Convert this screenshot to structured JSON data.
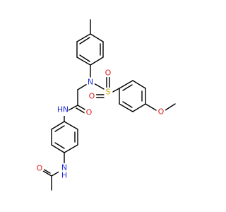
{
  "molecule": {
    "atoms": {
      "n_sulfonamide": "N",
      "s_sulfonyl": "S",
      "o_sulfonyl_left": "O",
      "o_sulfonyl_bottom": "O",
      "o_methoxy": "O",
      "nh_amide": "N",
      "h_amide": "H",
      "o_amide": "O",
      "nh_acetamide": "N",
      "h_acetamide": "H",
      "o_acetamide": "O"
    },
    "colors": {
      "nitrogen": "#1f2dd6",
      "oxygen": "#e0201b",
      "sulfur": "#c8a800",
      "carbon_bond": "#000000"
    }
  }
}
